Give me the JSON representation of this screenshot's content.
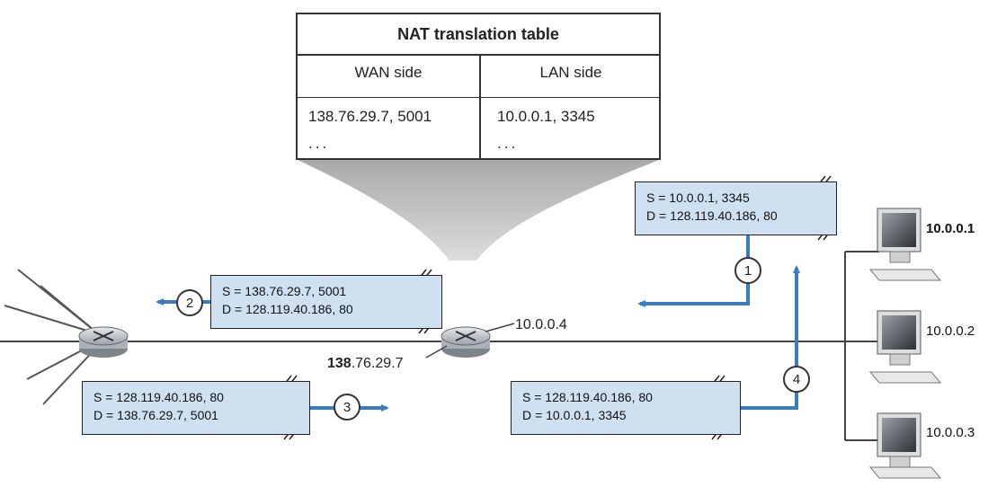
{
  "nat_table": {
    "title": "NAT translation table",
    "columns": [
      "WAN side",
      "LAN side"
    ],
    "rows": [
      {
        "wan": "138.76.29.7, 5001",
        "lan": "10.0.0.1, 3345"
      },
      {
        "wan": "...",
        "lan": "..."
      }
    ]
  },
  "datagrams": {
    "d1": {
      "source": "S = 10.0.0.1, 3345",
      "dest": "D = 128.119.40.186, 80"
    },
    "d2": {
      "source": "S = 138.76.29.7, 5001",
      "dest": "D = 128.119.40.186, 80"
    },
    "d3": {
      "source": "S = 128.119.40.186, 80",
      "dest": "D = 138.76.29.7, 5001"
    },
    "d4": {
      "source": "S = 128.119.40.186, 80",
      "dest": "D = 10.0.0.1, 3345"
    }
  },
  "steps": [
    "1",
    "2",
    "3",
    "4"
  ],
  "router": {
    "lan_ip": "10.0.0.4",
    "wan_ip_prefix": "138",
    "wan_ip_suffix": ".76.29.7"
  },
  "hosts": [
    "10.0.0.1",
    "10.0.0.2",
    "10.0.0.3"
  ],
  "colors": {
    "arrow": "#3a7cc0",
    "datagram_fill": "#cfe0f1",
    "router_fill": "#c9ced4",
    "fan_fill": "#b5b5b5"
  }
}
